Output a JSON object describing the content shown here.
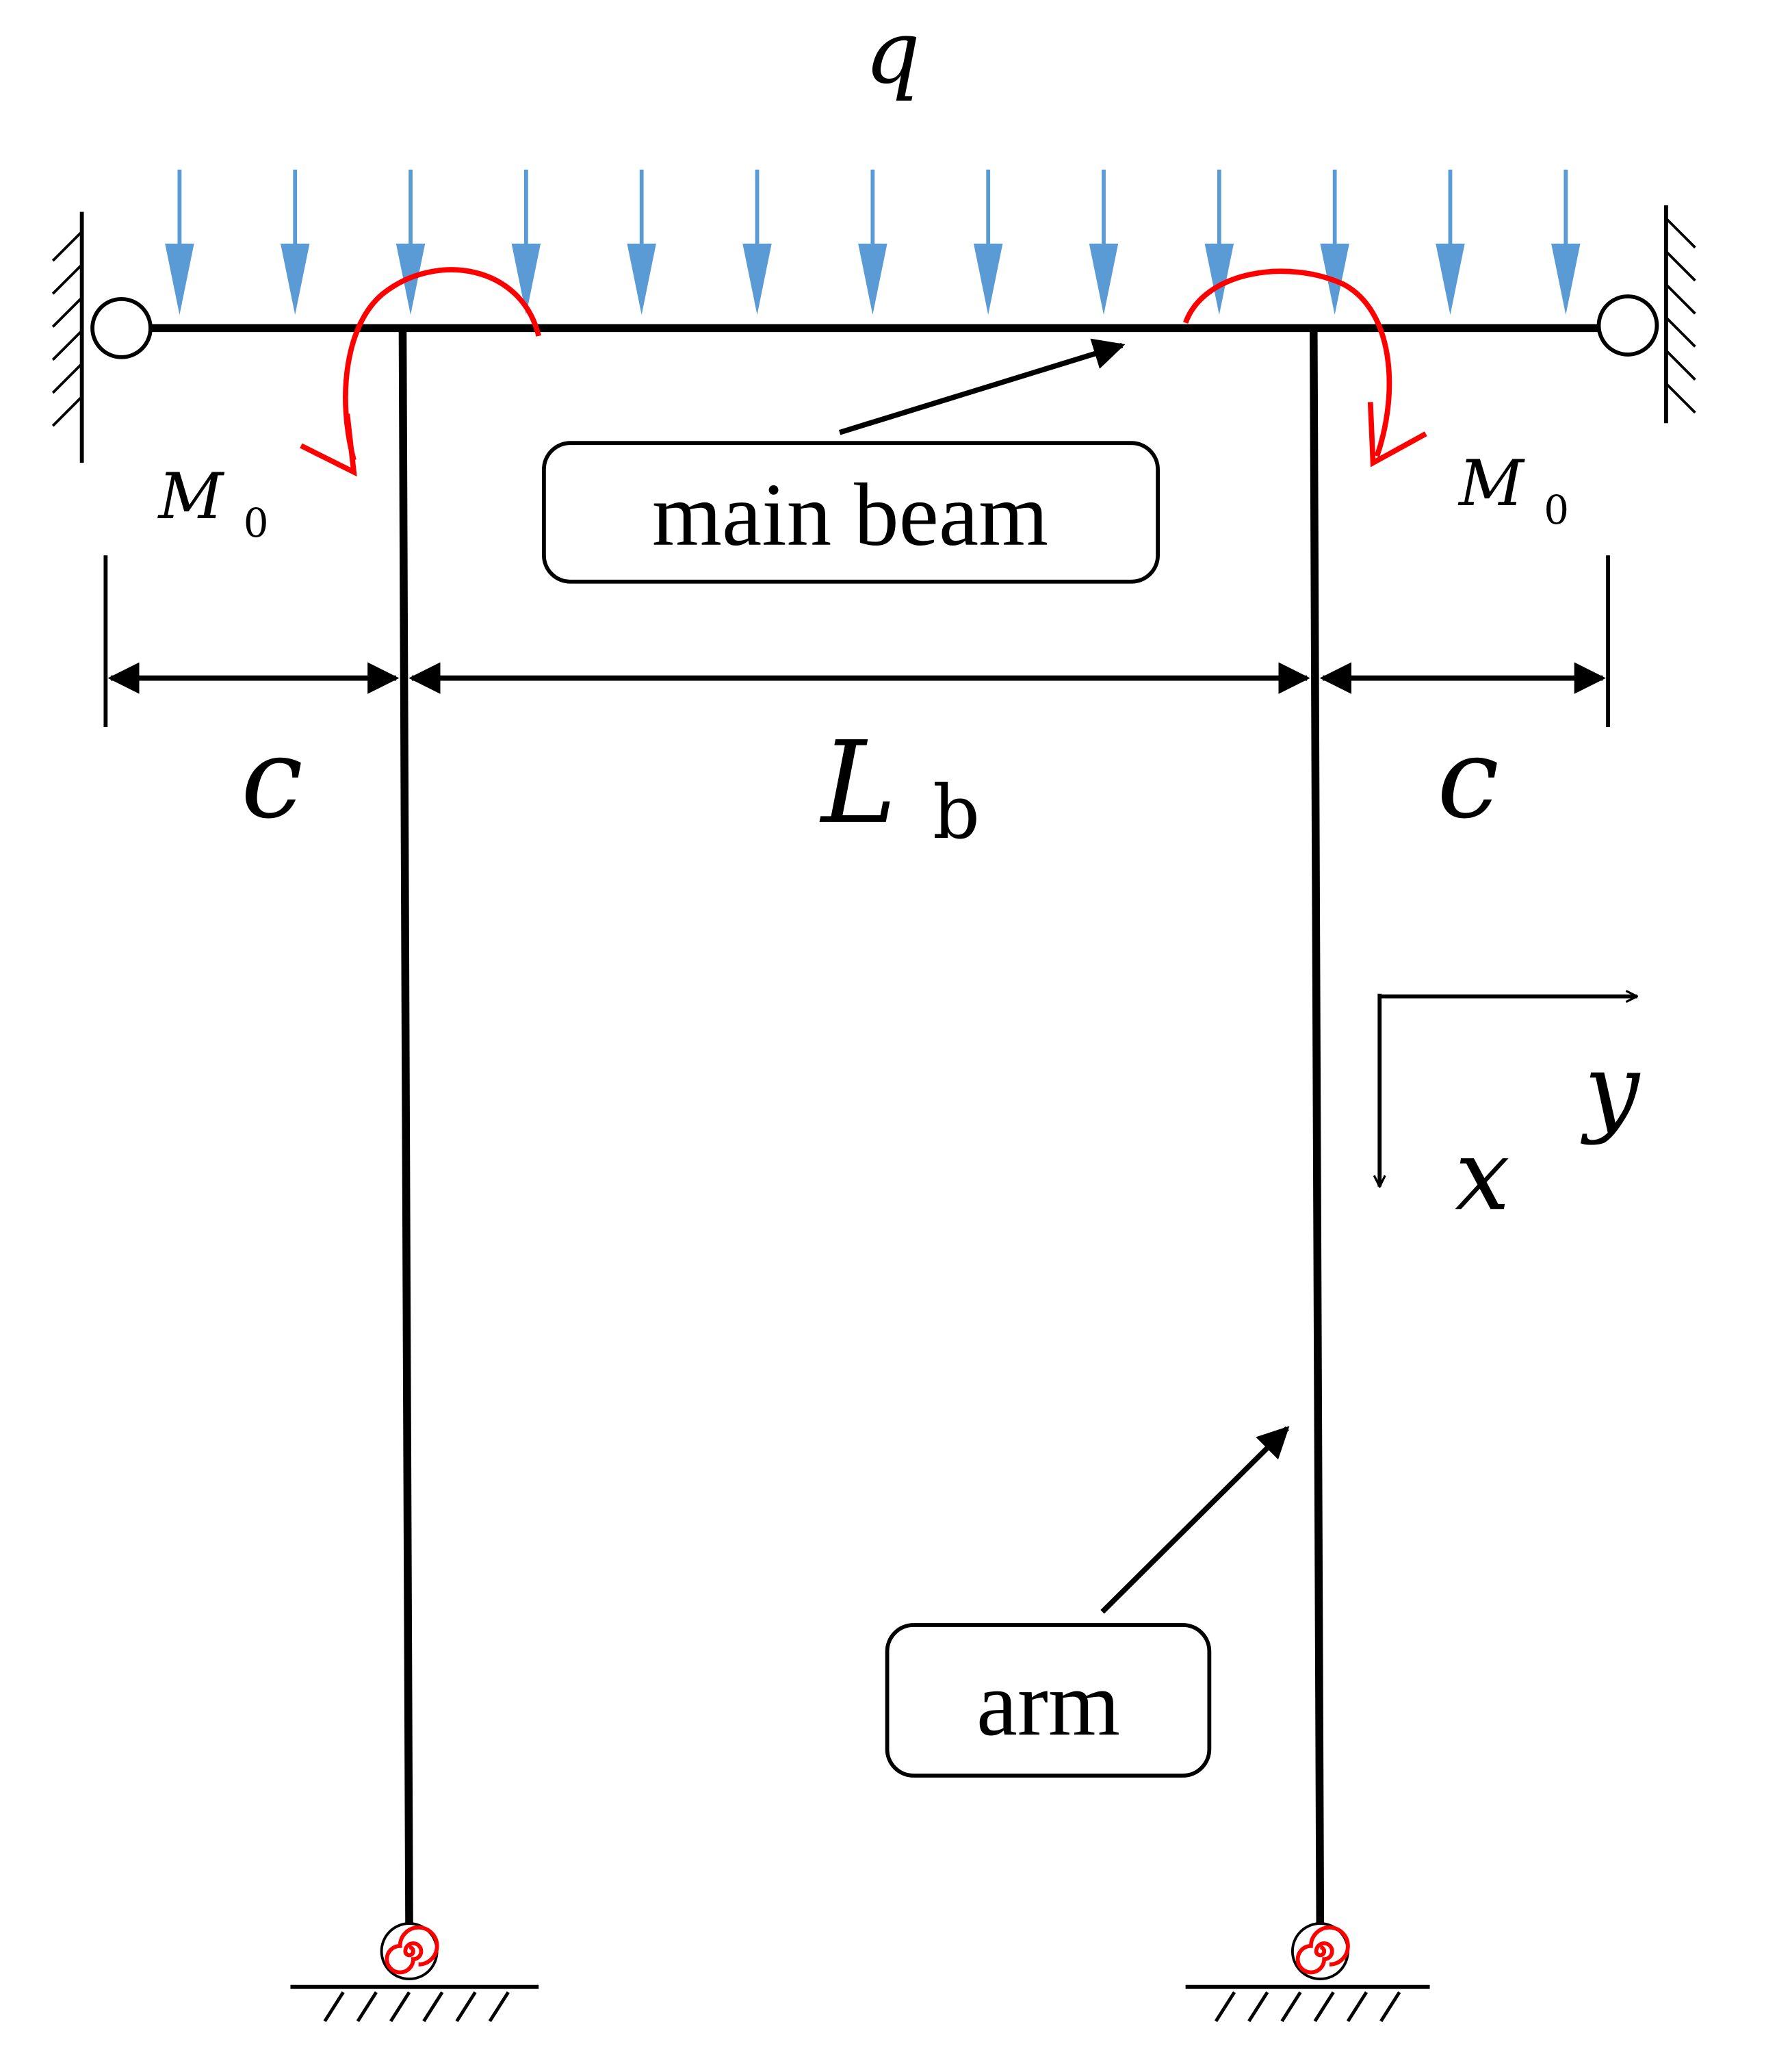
{
  "labels": {
    "distributed_load": "q",
    "moment_left": "M",
    "moment_left_sub": "0",
    "moment_right": "M",
    "moment_right_sub": "0",
    "main_beam": "main beam",
    "arm": "arm",
    "offset_left": "c",
    "offset_right": "c",
    "span": "L",
    "span_sub": "b",
    "axis_x": "x",
    "axis_y": "y"
  },
  "colors": {
    "load_arrow": "#5b9bd5",
    "moment_arrow": "#ff0000",
    "structure": "#000000",
    "spring": "#ff0000"
  },
  "icons": {
    "left_support": "pin-support-icon",
    "right_support": "pin-support-icon",
    "base_spring": "rotational-spring-icon"
  }
}
